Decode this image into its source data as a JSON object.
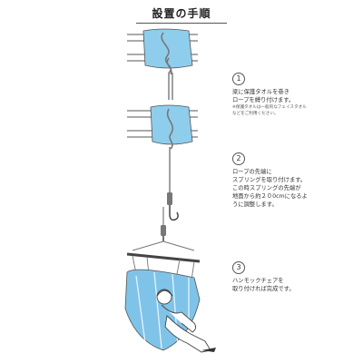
{
  "title": "設置の手順",
  "steps": [
    {
      "number": "1",
      "lines": [
        "梁に保護タオルを巻き",
        "ロープを縛り付けます。"
      ],
      "notes": [
        "※保護タオルは一般的なフェイスタオル",
        "などをご利用ください。"
      ]
    },
    {
      "number": "2",
      "lines": [
        "ロープの先端に",
        "スプリングを取り付けます。",
        "この時スプリングの先端が",
        "地面から約２０0cmになるよ",
        "うに調整します。"
      ]
    },
    {
      "number": "3",
      "lines": [
        "ハンモックチェアを",
        "取り付ければ完成です。"
      ]
    }
  ],
  "colors": {
    "towel": "#8fcdec",
    "chair": "#7fc3e8",
    "line": "#555555",
    "rope": "#777777"
  }
}
